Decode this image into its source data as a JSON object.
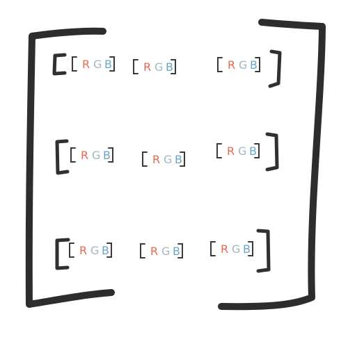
{
  "matrix": {
    "rows": [
      {
        "cells": [
          {
            "channels": [
              "R",
              "G",
              "B"
            ]
          },
          {
            "channels": [
              "R",
              "G",
              "B"
            ]
          },
          {
            "channels": [
              "R",
              "G",
              "B"
            ]
          }
        ]
      },
      {
        "cells": [
          {
            "channels": [
              "R",
              "G",
              "B"
            ]
          },
          {
            "channels": [
              "R",
              "G",
              "B"
            ]
          },
          {
            "channels": [
              "R",
              "G",
              "B"
            ]
          }
        ]
      },
      {
        "cells": [
          {
            "channels": [
              "R",
              "G",
              "B"
            ]
          },
          {
            "channels": [
              "R",
              "G",
              "B"
            ]
          },
          {
            "channels": [
              "R",
              "G",
              "B"
            ]
          }
        ]
      }
    ],
    "colors": {
      "outer_bracket": "#2b2e2b",
      "row_bracket": "#2f312f",
      "cell_bracket": "#3a3a3a",
      "R": "#e8694e",
      "G": "#9fb8c2",
      "B": "#6aa6c4"
    }
  }
}
